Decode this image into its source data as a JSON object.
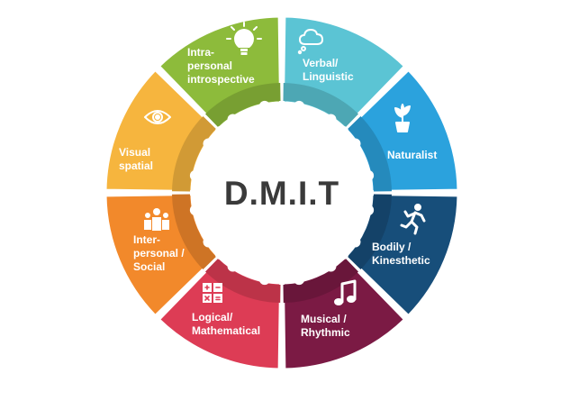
{
  "diagram": {
    "center_title": "D.M.I.T",
    "segments": [
      {
        "key": "verbal",
        "lines": [
          "Verbal/",
          "Linguistic"
        ],
        "color": "#5bc4d4",
        "icon": "thought-cloud-icon"
      },
      {
        "key": "naturalist",
        "lines": [
          "Naturalist"
        ],
        "color": "#2ba2dd",
        "icon": "potted-plant-icon"
      },
      {
        "key": "bodily",
        "lines": [
          "Bodily /",
          "Kinesthetic"
        ],
        "color": "#174e7a",
        "icon": "running-person-icon"
      },
      {
        "key": "musical",
        "lines": [
          "Musical /",
          "Rhythmic"
        ],
        "color": "#7b1a44",
        "icon": "music-note-icon"
      },
      {
        "key": "logical",
        "lines": [
          "Logical/",
          "Mathematical"
        ],
        "color": "#dd3c55",
        "icon": "calculator-icon"
      },
      {
        "key": "interpersonal",
        "lines": [
          "Inter-",
          "personal /",
          "Social"
        ],
        "color": "#f2892b",
        "icon": "people-group-icon"
      },
      {
        "key": "visual",
        "lines": [
          "Visual",
          "spatial"
        ],
        "color": "#f6b53e",
        "icon": "eye-icon"
      },
      {
        "key": "intrapersonal",
        "lines": [
          "Intra-",
          "personal",
          "introspective"
        ],
        "color": "#8dbb3b",
        "icon": "lightbulb-icon"
      }
    ]
  }
}
